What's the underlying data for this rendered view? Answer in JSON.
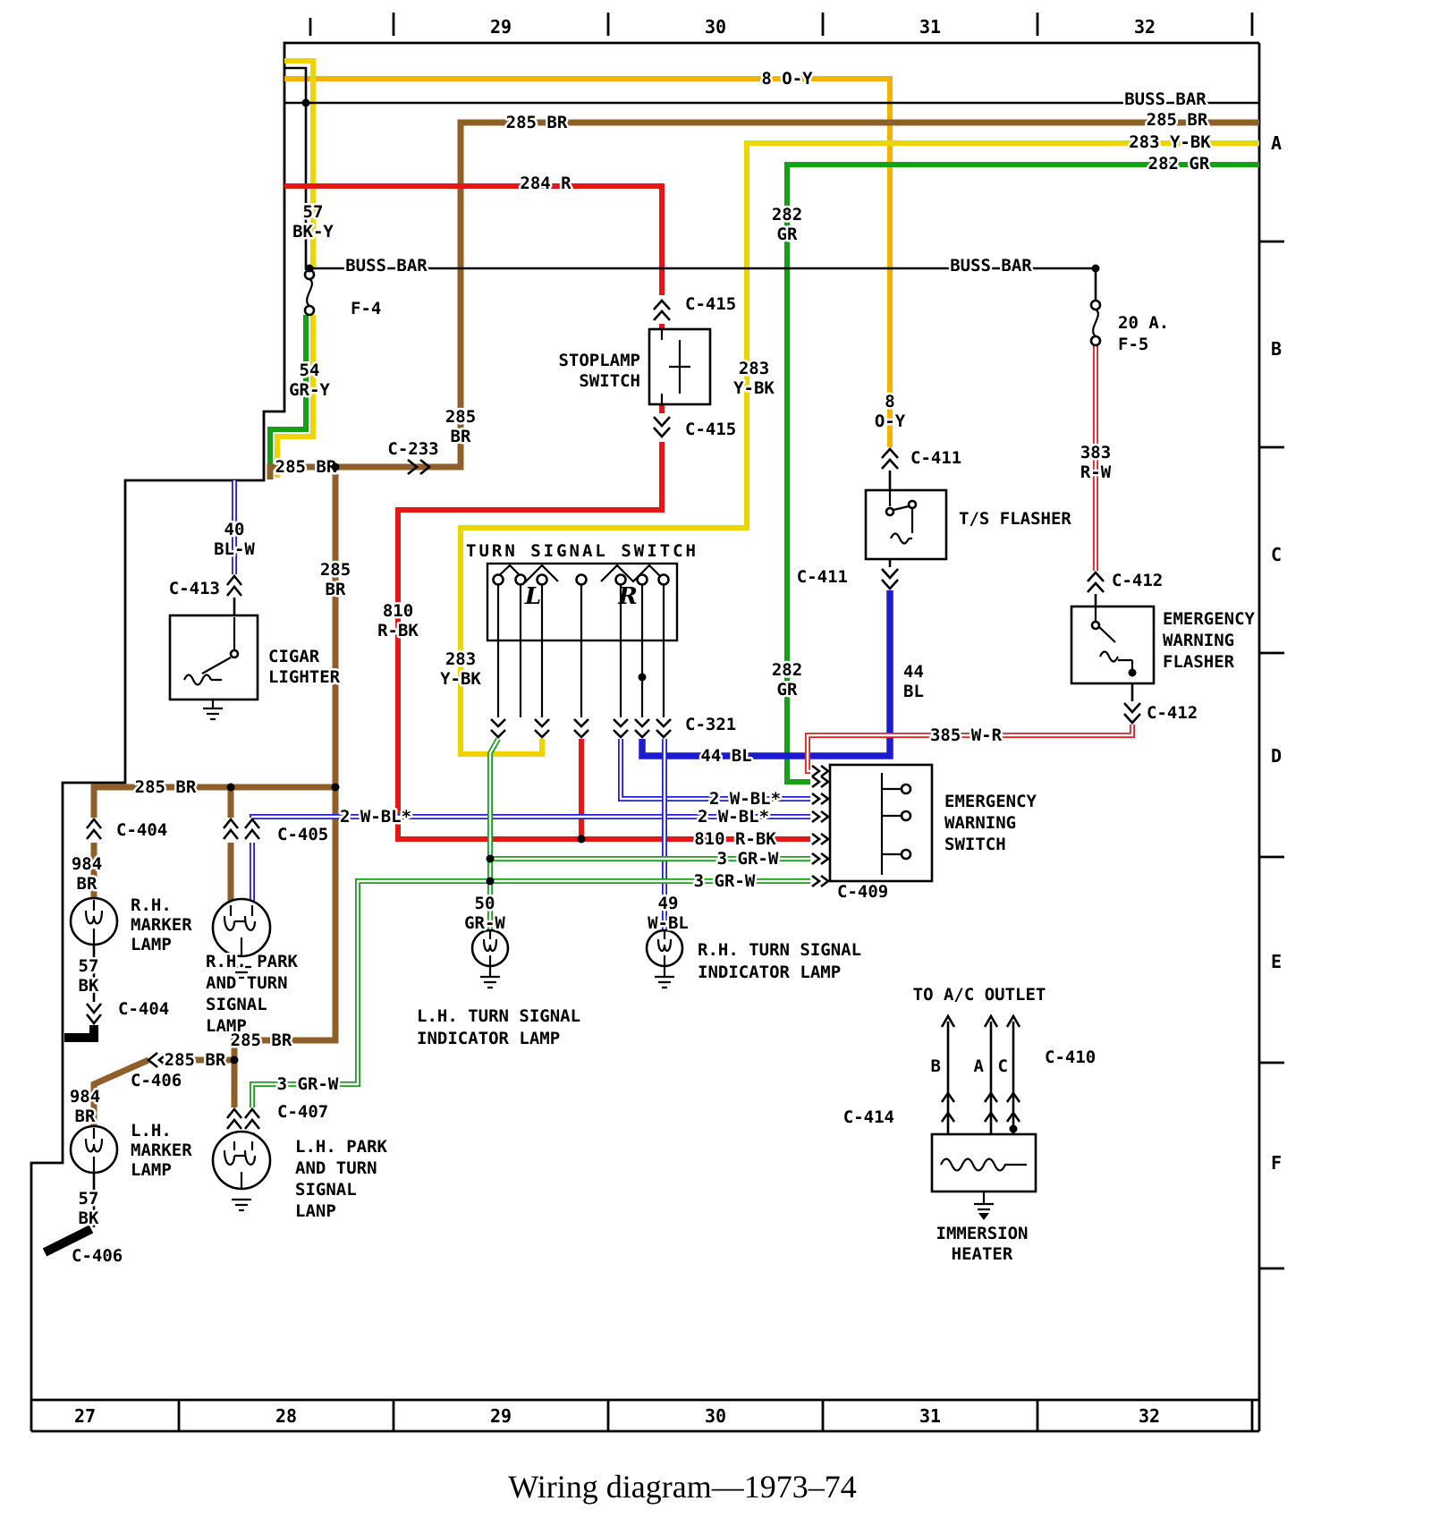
{
  "caption": "Wiring diagram—1973–74",
  "grid": {
    "top": [
      "29",
      "30",
      "31",
      "32"
    ],
    "bottom": [
      "27",
      "28",
      "29",
      "30",
      "31",
      "32"
    ],
    "rows": [
      "A",
      "B",
      "C",
      "D",
      "E",
      "F"
    ]
  },
  "colors": {
    "brown": "#8f5f2a",
    "red": "#e51616",
    "yellow": "#ecd405",
    "orange_yellow": "#f2b200",
    "green": "#16a016",
    "blue": "#1b1bd0",
    "black": "#000000",
    "stripe_white": "#ffffff"
  },
  "wires": {
    "oy": "8 O-Y",
    "oy_l1": "8",
    "oy_l2": "O-Y",
    "buss_bar": "BUSS BAR",
    "br285": "285 BR",
    "br285_l1": "285",
    "br285_l2": "BR",
    "ybk283": "283 Y-BK",
    "ybk283_l1": "283",
    "ybk283_l2": "Y-BK",
    "gr282": "282 GR",
    "gr282_l1": "282",
    "gr282_l2": "GR",
    "r284": "284 R",
    "bky57_l1": "57",
    "bky57_l2": "BK-Y",
    "gry54_l1": "54",
    "gry54_l2": "GR-Y",
    "blw40_l1": "40",
    "blw40_l2": "BL-W",
    "rbk810": "810 R-BK",
    "rbk810_l1": "810",
    "rbk810_l2": "R-BK",
    "bl44": "44 BL",
    "bl44_l1": "44",
    "bl44_l2": "BL",
    "rw383_l1": "383",
    "rw383_l2": "R-W",
    "wr385": "385 W-R",
    "wbl2": "2 W-BL*",
    "grw3": "3 GR-W",
    "grw50_l1": "50",
    "grw50_l2": "GR-W",
    "wbl49_l1": "49",
    "wbl49_l2": "W-BL",
    "br984_l1": "984",
    "br984_l2": "BR",
    "bk57_l1": "57",
    "bk57_l2": "BK"
  },
  "fuses": {
    "f4": "F-4",
    "f5_l1": "20 A.",
    "f5_l2": "F-5"
  },
  "connectors": {
    "c233": "C-233",
    "c321": "C-321",
    "c404": "C-404",
    "c405": "C-405",
    "c406": "C-406",
    "c407": "C-407",
    "c409": "C-409",
    "c410": "C-410",
    "c411": "C-411",
    "c412": "C-412",
    "c413": "C-413",
    "c414": "C-414",
    "c415": "C-415"
  },
  "components": {
    "stoplamp_l1": "STOPLAMP",
    "stoplamp_l2": "SWITCH",
    "tss_title": "TURN SIGNAL SWITCH",
    "tss_l": "L",
    "tss_r": "R",
    "ts_flasher": "T/S FLASHER",
    "cigar_l1": "CIGAR",
    "cigar_l2": "LIGHTER",
    "ewf_l1": "EMERGENCY",
    "ewf_l2": "WARNING",
    "ewf_l3": "FLASHER",
    "ews_l1": "EMERGENCY",
    "ews_l2": "WARNING",
    "ews_l3": "SWITCH",
    "rh_marker_l1": "R.H.",
    "rh_marker_l2": "MARKER",
    "rh_marker_l3": "LAMP",
    "rh_park_l1": "R.H. PARK",
    "rh_park_l2": "AND TURN",
    "rh_park_l3": "SIGNAL",
    "rh_park_l4": "LAMP",
    "lh_marker_l1": "L.H.",
    "lh_marker_l2": "MARKER",
    "lh_marker_l3": "LAMP",
    "lh_park_l1": "L.H. PARK",
    "lh_park_l2": "AND TURN",
    "lh_park_l3": "SIGNAL",
    "lh_park_l4": "LANP",
    "lh_ind_l1": "L.H. TURN SIGNAL",
    "lh_ind_l2": "INDICATOR LAMP",
    "rh_ind_l1": "R.H. TURN SIGNAL",
    "rh_ind_l2": "INDICATOR LAMP",
    "ac_outlet": "TO A/C OUTLET",
    "term_b": "B",
    "term_a": "A",
    "term_c": "C",
    "heater_l1": "IMMERSION",
    "heater_l2": "HEATER"
  }
}
